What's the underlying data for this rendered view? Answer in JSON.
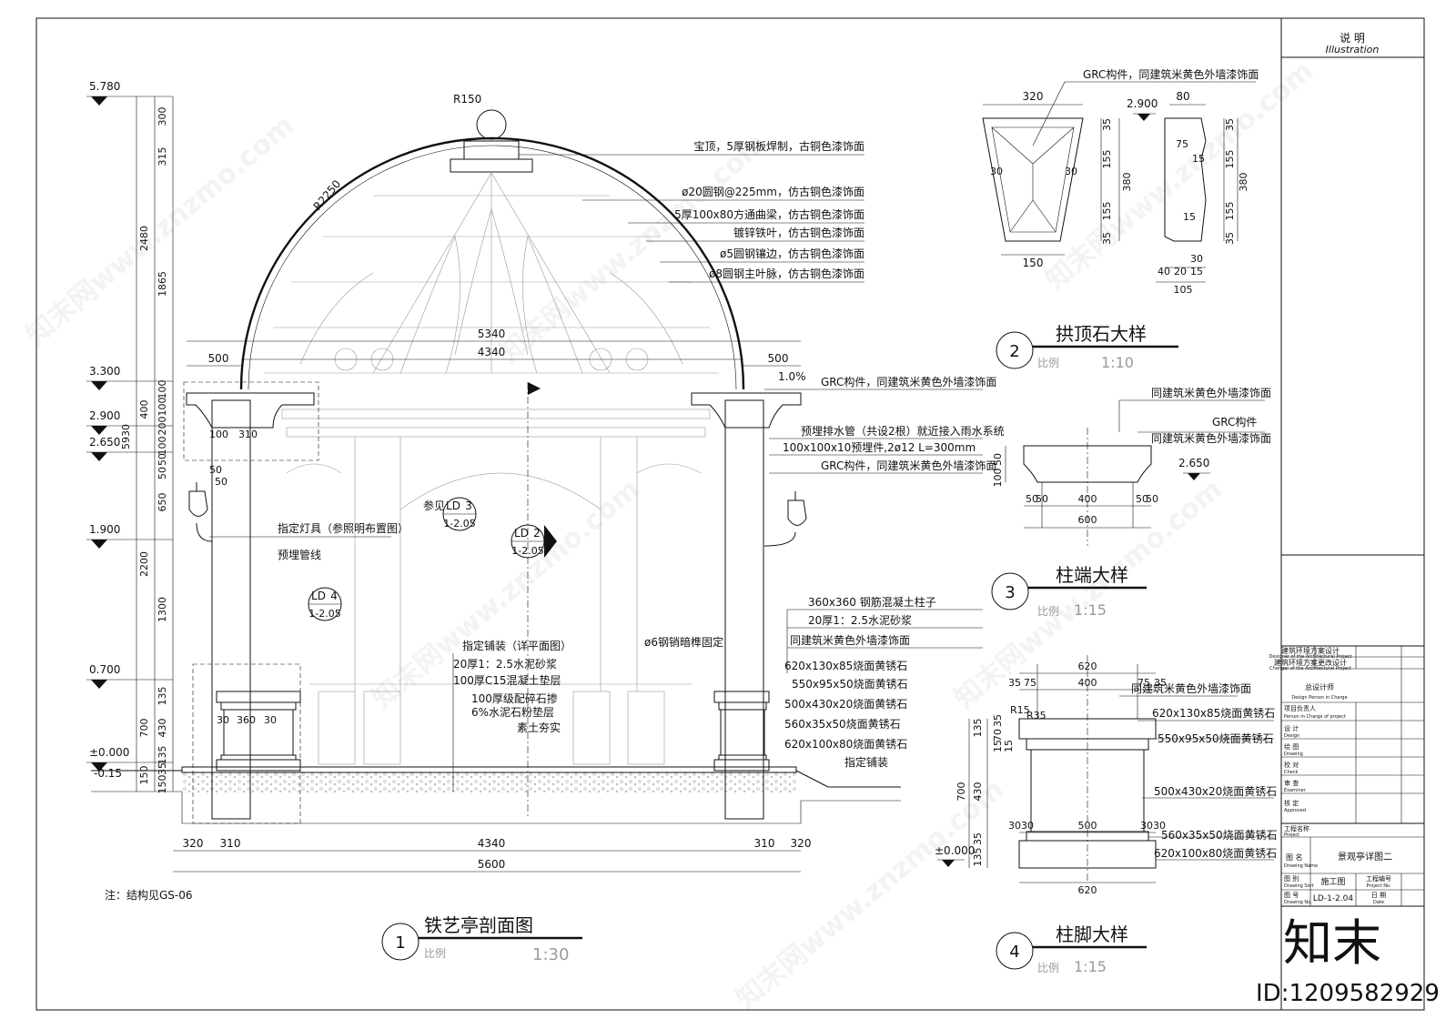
{
  "title_block": {
    "header_cn": "说 明",
    "header_en": "Illustration",
    "rows": [
      {
        "cn": "建筑环境方案设计",
        "en": "Designer of the Architectural Project"
      },
      {
        "cn": "建筑环境方案更改设计",
        "en": "Changer of the Architectural Project"
      },
      {
        "cn": "总设计师",
        "en": "Design Person in Charge"
      },
      {
        "cn": "项目负责人",
        "en": "Person in Charge of project"
      },
      {
        "cn": "设 计",
        "en": "Design"
      },
      {
        "cn": "绘 图",
        "en": "Drawing"
      },
      {
        "cn": "校 对",
        "en": "Check"
      },
      {
        "cn": "审 查",
        "en": "Examiner"
      },
      {
        "cn": "核 定",
        "en": "Approved"
      }
    ],
    "project_name_cn": "工程名称",
    "project_name_en": "Project",
    "drawing_name_cn": "图 名",
    "drawing_name_en": "Drawing Name",
    "drawing_name": "景观亭详图二",
    "drawing_sort_cn": "图 别",
    "drawing_sort_en": "Drawing Sort",
    "drawing_sort": "施工图",
    "project_no_cn": "工程编号",
    "project_no_en": "Project No.",
    "drawing_no_cn": "图 号",
    "drawing_no_en": "Drawing No.",
    "drawing_no": "LD-1-2.04",
    "date_cn": "日 期",
    "date_en": "Date",
    "brand_logo": "知末",
    "id_text": "ID:1209582929"
  },
  "watermark": "知末网www.znzmo.com",
  "section1": {
    "num": "1",
    "title": "铁艺亭剖面图",
    "scale_label": "比例",
    "scale": "1:30",
    "note": "注：结构见GS-06",
    "elevations": [
      "5.780",
      "3.300",
      "2.900",
      "2.650",
      "1.900",
      "0.700",
      "±0.000",
      "-0.15"
    ],
    "left_dims": [
      "300",
      "315",
      "2480",
      "1865",
      "400",
      "100",
      "100",
      "200",
      "100",
      "50",
      "5930",
      "50",
      "650",
      "2200",
      "1300",
      "135",
      "430",
      "700",
      "135",
      "35",
      "150",
      "150"
    ],
    "top_dims": [
      "5340",
      "4340",
      "500",
      "500",
      "1.0%"
    ],
    "arc_labels": [
      "R150",
      "R2250"
    ],
    "bottom_dims": [
      "320",
      "310",
      "4340",
      "310",
      "320",
      "5600"
    ],
    "small_dims": [
      "100",
      "310",
      "50",
      "50",
      "30",
      "360",
      "30"
    ],
    "callouts_top": [
      "宝顶，5厚钢板焊制，古铜色漆饰面",
      "ø20圆钢@225mm，仿古铜色漆饰面",
      "5厚100x80方通曲梁，仿古铜色漆饰面",
      "镀锌铁叶，仿古铜色漆饰面",
      "ø5圆钢镶边，仿古铜色漆饰面",
      "ø8圆钢主叶脉，仿古铜色漆饰面"
    ],
    "callouts_right": [
      "GRC构件，同建筑米黄色外墙漆饰面",
      "预埋排水管（共设2根）就近接入雨水系统",
      "100x100x10预埋件,2ø12 L=300mm",
      "GRC构件，同建筑米黄色外墙漆饰面"
    ],
    "callouts_column": [
      "360x360 钢筋混凝土柱子",
      "20厚1：2.5水泥砂浆",
      "同建筑米黄色外墙漆饰面",
      "620x130x85烧面黄锈石",
      "550x95x50烧面黄锈石",
      "500x430x20烧面黄锈石",
      "560x35x50烧面黄锈石",
      "620x100x80烧面黄锈石",
      "指定铺装"
    ],
    "pin_label": "ø6钢销暗榫固定",
    "floor_layers": [
      "指定铺装（详平面图）",
      "20厚1：2.5水泥砂浆",
      "100厚C15混凝土垫层",
      "100厚级配碎石掺",
      "6%水泥石粉垫层",
      "素土夯实"
    ],
    "left_labels": [
      "指定灯具（参照明布置图）",
      "预埋管线"
    ],
    "refs": [
      {
        "see": "参见",
        "a": "LD",
        "b": "3",
        "c": "1-2.05"
      },
      {
        "a": "LD",
        "b": "2",
        "c": "1-2.05"
      },
      {
        "a": "LD",
        "b": "4",
        "c": "1-2.05"
      }
    ]
  },
  "section2": {
    "num": "2",
    "title": "拱顶石大样",
    "scale_label": "比例",
    "scale": "1:10",
    "label": "GRC构件，同建筑米黄色外墙漆饰面",
    "elev": "2.900",
    "dims": [
      "320",
      "150",
      "30",
      "30",
      "35",
      "155",
      "155",
      "35",
      "380",
      "80",
      "75",
      "15",
      "15",
      "30",
      "40",
      "20",
      "15",
      "105",
      "35",
      "155",
      "380",
      "155",
      "35"
    ]
  },
  "section3": {
    "num": "3",
    "title": "柱端大样",
    "scale_label": "比例",
    "scale": "1:15",
    "labels": [
      "同建筑米黄色外墙漆饰面",
      "GRC构件",
      "同建筑米黄色外墙漆饰面"
    ],
    "elev": "2.650",
    "dims": [
      "50",
      "100",
      "50",
      "50",
      "400",
      "50",
      "50",
      "600"
    ]
  },
  "section4": {
    "num": "4",
    "title": "柱脚大样",
    "scale_label": "比例",
    "scale": "1:15",
    "elev": "±0.000",
    "top_dims": [
      "620",
      "35",
      "75",
      "400",
      "75",
      "35"
    ],
    "bottom_dims": [
      "30",
      "30",
      "500",
      "30",
      "30",
      "620"
    ],
    "left_dims": [
      "135",
      "35",
      "70",
      "15",
      "15",
      "700",
      "430",
      "35",
      "135"
    ],
    "r_label": "R35",
    "r2_label": "R15",
    "labels": [
      "同建筑米黄色外墙漆饰面",
      "620x130x85烧面黄锈石",
      "550x95x50烧面黄锈石",
      "500x430x20烧面黄锈石",
      "560x35x50烧面黄锈石",
      "620x100x80烧面黄锈石"
    ]
  }
}
